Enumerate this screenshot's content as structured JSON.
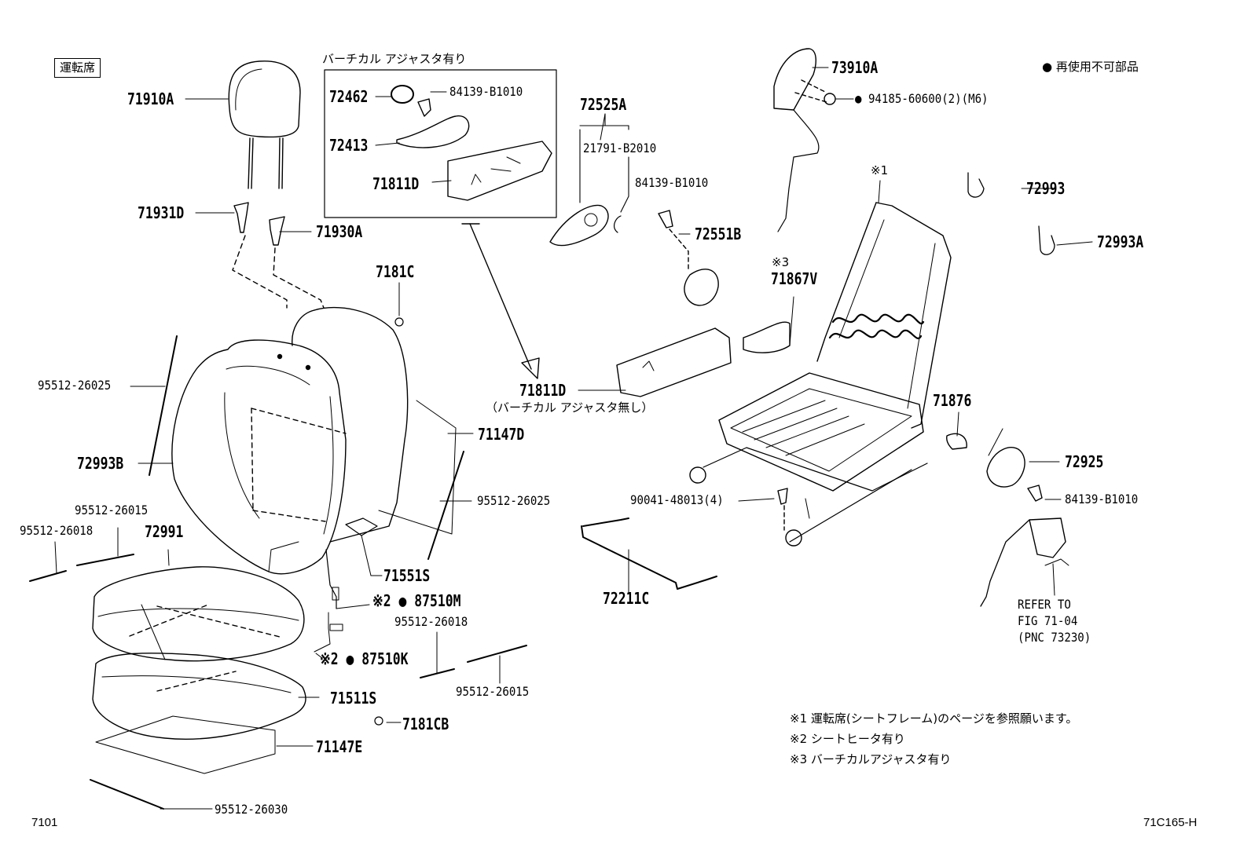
{
  "header": {
    "seat_tag": "運転席",
    "legend": "● 再使用不可部品",
    "vertical_adjuster_with": "バーチカル アジャスタ有り",
    "vertical_adjuster_without": "（バーチカル アジャスタ無し）"
  },
  "parts": {
    "p71910A": "71910A",
    "p71931D": "71931D",
    "p71930A": "71930A",
    "p72462": "72462",
    "p84139_B1010_a": "84139-B1010",
    "p72413": "72413",
    "p71811D_a": "71811D",
    "p72525A": "72525A",
    "p21791_B2010": "21791-B2010",
    "p84139_B1010_b": "84139-B1010",
    "p72551B": "72551B",
    "p73910A": "73910A",
    "p94185": "● 94185-60600(2)(M6)",
    "note_mark_1": "※1",
    "p72993": "72993",
    "p72993A": "72993A",
    "note_mark_3": "※3",
    "p71867V": "71867V",
    "p7181C": "7181C",
    "p95512_26025_a": "95512-26025",
    "p71811D_b": "71811D",
    "p71147D": "71147D",
    "p71876": "71876",
    "p72993B": "72993B",
    "p72925": "72925",
    "p95512_26025_b": "95512-26025",
    "p90041": "90041-48013(4)",
    "p84139_B1010_c": "84139-B1010",
    "p95512_26015_a": "95512-26015",
    "p95512_26018_a": "95512-26018",
    "p72991": "72991",
    "p71551S": "71551S",
    "p87510M": "※2 ● 87510M",
    "p72211C": "72211C",
    "p95512_26018_b": "95512-26018",
    "refer_1": "REFER TO",
    "refer_2": "FIG 71-04",
    "refer_3": "(PNC 73230)",
    "p87510K": "※2 ● 87510K",
    "p95512_26015_b": "95512-26015",
    "p71511S": "71511S",
    "p7181CB": "7181CB",
    "p71147E": "71147E",
    "p95512_26030": "95512-26030"
  },
  "notes": [
    "※1 運転席(シートフレーム)のページを参照願います。",
    "※2 シートヒータ有り",
    "※3 バーチカルアジャスタ有り"
  ],
  "footer": {
    "page_ref": "7101",
    "fig_code": "71C165-H"
  }
}
